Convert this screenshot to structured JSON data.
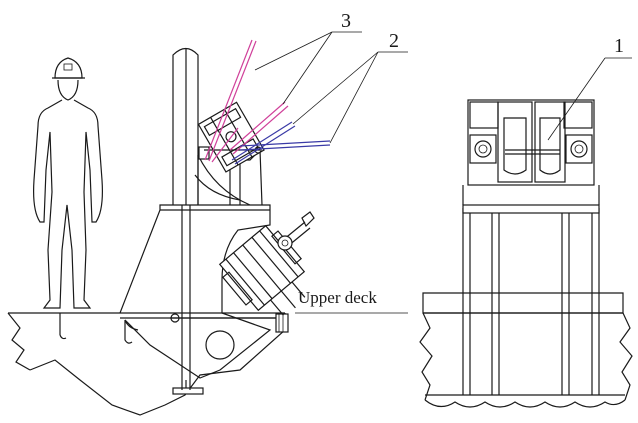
{
  "labels": {
    "callout_1": "1",
    "callout_2": "2",
    "callout_3": "3",
    "upper_deck": "Upper deck"
  },
  "colors": {
    "cable_group_3": "#d0409a",
    "cable_group_2": "#3a3aa6",
    "line": "#1a1a1a",
    "background": "#ffffff"
  }
}
